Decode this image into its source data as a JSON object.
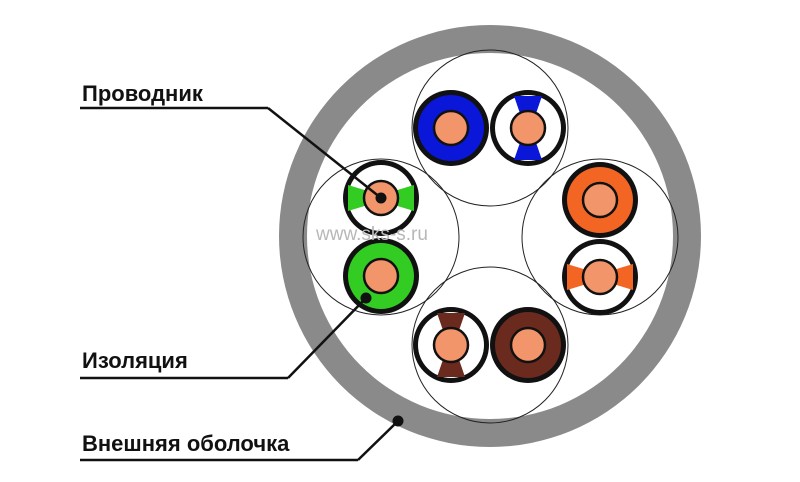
{
  "labels": {
    "conductor": "Проводник",
    "insulation": "Изоляция",
    "outer_jacket": "Внешняя оболочка"
  },
  "watermark": "www.sks-s.ru",
  "colors": {
    "jacket": "#8a8a8a",
    "copper": "#f2956b",
    "blue": "#0a16d8",
    "orange": "#f26522",
    "green": "#33cc22",
    "brown": "#6b2a1e",
    "outline": "#111111"
  }
}
